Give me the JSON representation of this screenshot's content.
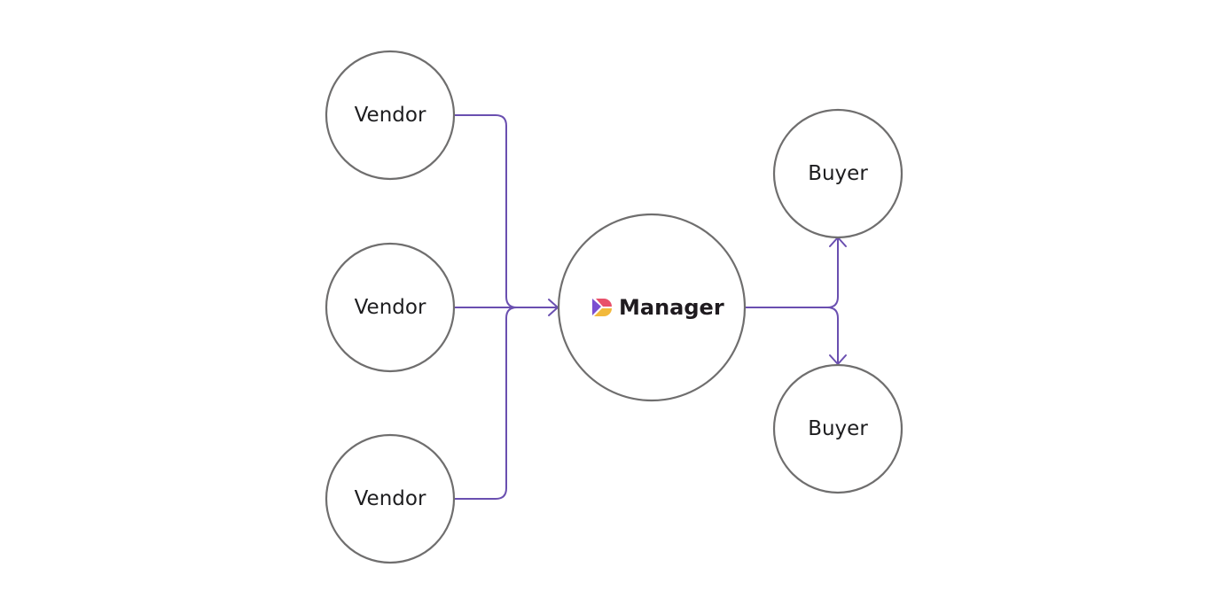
{
  "nodes": {
    "vendors": [
      {
        "label": "Vendor"
      },
      {
        "label": "Vendor"
      },
      {
        "label": "Vendor"
      }
    ],
    "hub": {
      "label": "Manager",
      "logo": "manager-logo-icon"
    },
    "buyers": [
      {
        "label": "Buyer"
      },
      {
        "label": "Buyer"
      }
    ]
  },
  "colors": {
    "connector": "#6a4fb0",
    "node_outline": "#6f6e6e",
    "text": "#1d1d1f",
    "logo_purple": "#7b4fd1",
    "logo_pink": "#e8506a",
    "logo_yellow": "#f2b93b"
  }
}
